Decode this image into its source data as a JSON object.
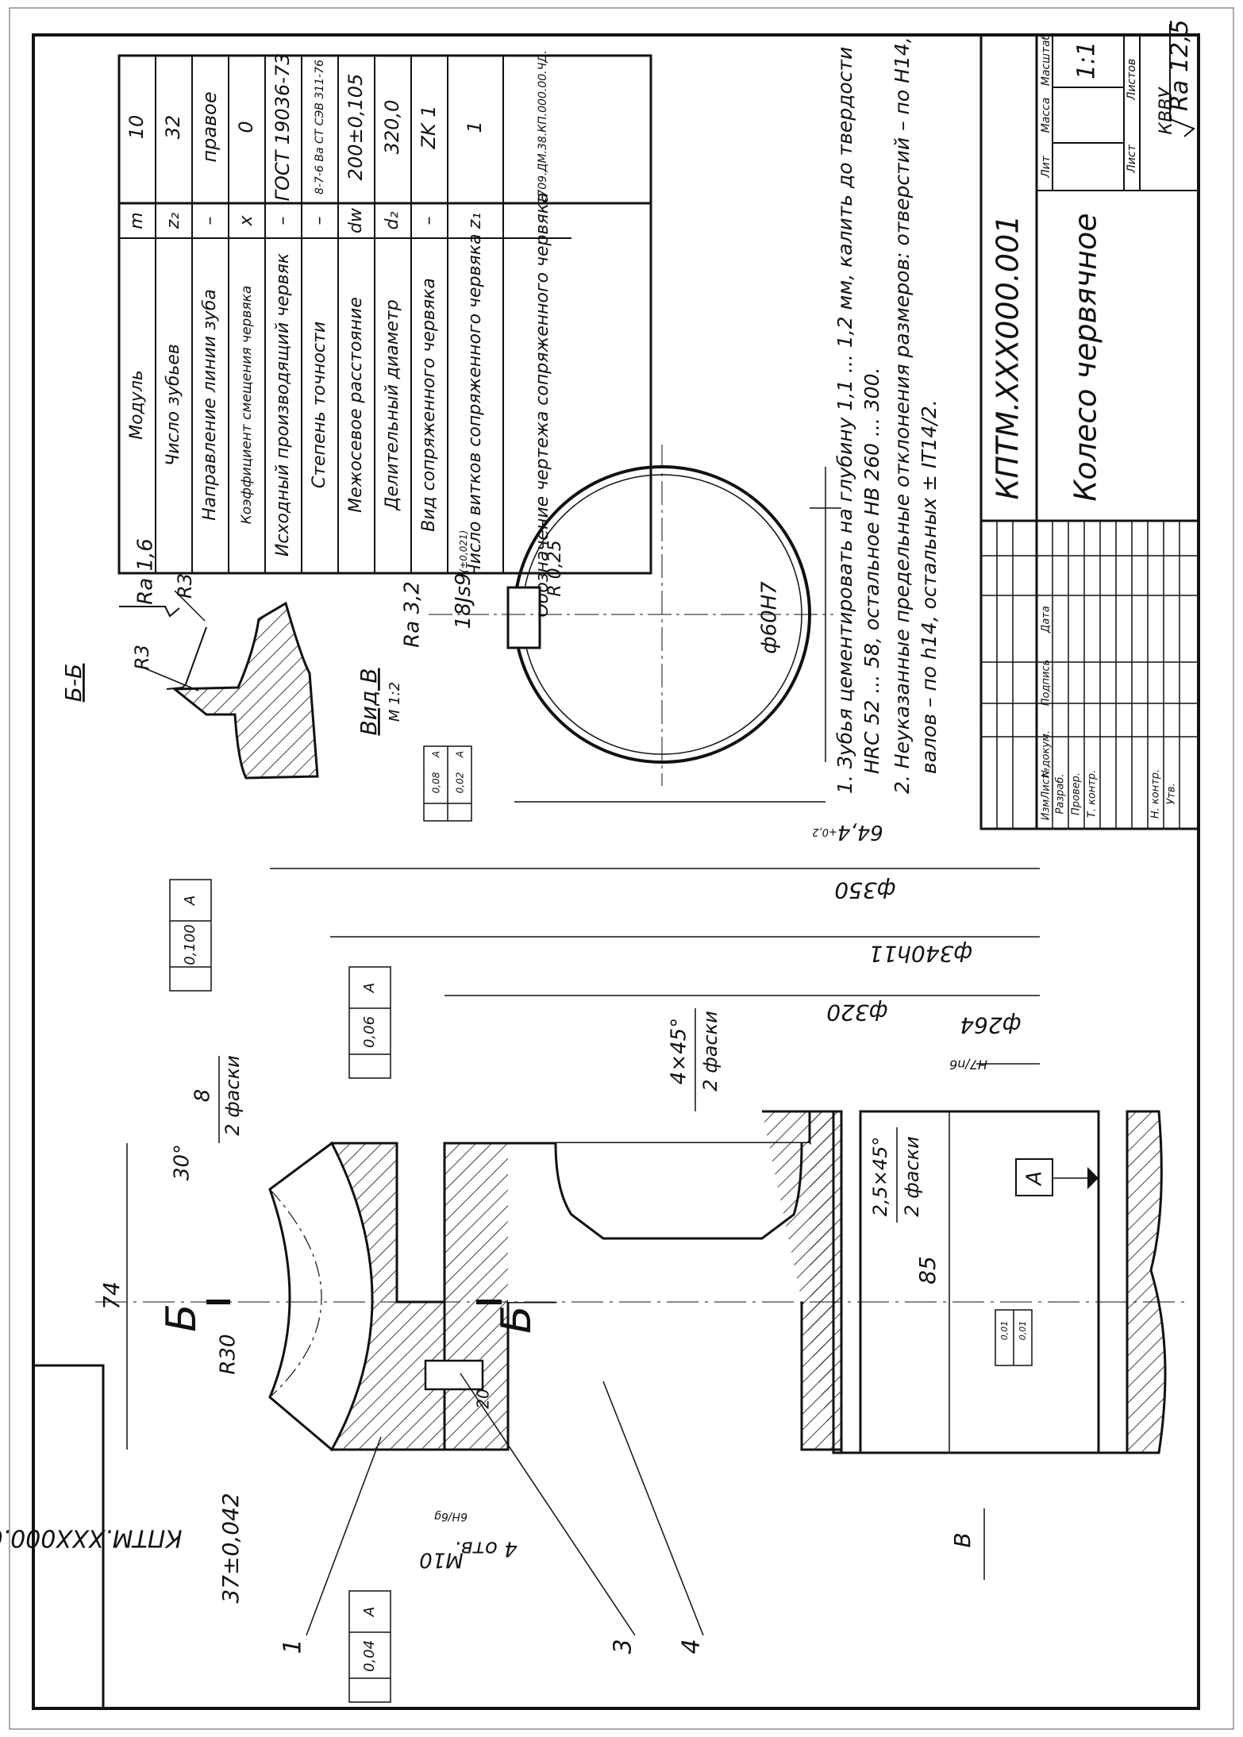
{
  "roughness": "Ra 12,5",
  "side_code": "КПТМ.XXX000.001",
  "params": [
    {
      "name": "Модуль",
      "sym": "m",
      "val": "10"
    },
    {
      "name": "Число зубьев",
      "sym": "z₂",
      "val": "32"
    },
    {
      "name": "Направление линии зуба",
      "sym": "–",
      "val": "правое"
    },
    {
      "name": "Коэффициент смещения червяка",
      "sym": "x",
      "val": "0"
    },
    {
      "name": "Исходный производящий червяк",
      "sym": "–",
      "val": "ГОСТ 19036-73"
    },
    {
      "name": "Степень точности",
      "sym": "–",
      "val": "8-7-6 Ва СТ СЭВ 311-76"
    },
    {
      "name": "Межосевое расстояние",
      "sym": "dw",
      "val": "200±0,105"
    },
    {
      "name": "Делительный диаметр",
      "sym": "d₂",
      "val": "320,0"
    },
    {
      "name": "Вид сопряженного червяка",
      "sym": "–",
      "val": "ZK 1"
    },
    {
      "name": "Число витков сопряженного червяка",
      "sym": "z₁",
      "val": "1"
    },
    {
      "name": "Обозначение чертежа сопряженного червяка",
      "sym": "",
      "val": "1709.ДМ.38.КП.000.00.ЧД."
    }
  ],
  "notes": [
    "1. Зубья цементировать на глубину 1,1 ... 1,2 мм, калить до твердости",
    "HRC 52 ... 58, остальное НВ 260 ... 300.",
    "2. Неуказанные предельные отклонения размеров: отверстий – по Н14,",
    "валов – по h14, остальных ± IT14/2."
  ],
  "title_block": {
    "code": "КПТМ.XXX000.001",
    "name": "Колесо червячное",
    "col_lit": "Лит",
    "col_mass": "Масса",
    "col_scale": "Масштаб",
    "scale": "1:1",
    "sheet": "Лист",
    "sheets": "Листов",
    "org": "КВВУ",
    "rows": [
      "Изм",
      "Лист",
      "№докум.",
      "Подпись",
      "Дата"
    ],
    "roles": [
      "Разраб.",
      "Провер.",
      "Т. контр.",
      "Н. контр.",
      "Утв."
    ]
  },
  "section_label": "Б-Б",
  "view_label": "Вид В",
  "view_scale": "М 1:2",
  "labels": {
    "ra16": "Ra 1,6",
    "ra32": "Ra 3,2",
    "r3a": "R3",
    "r3b": "R3",
    "key": "18Js9",
    "key_tol": "(±0,021)",
    "r025": "R 0,25",
    "d60": "ф60Н7",
    "d644": "64,4",
    "d644_tol": "+0,2",
    "tol1": "0,08",
    "tol1b": "А",
    "tol2": "0,02",
    "tol2b": "А",
    "d350": "ф350",
    "d340": "ф340h11",
    "d320": "ф320",
    "d264": "ф264",
    "d264_tol": "H7/n6",
    "run1": "0,100",
    "run1b": "А",
    "run2": "0,06",
    "run2b": "А",
    "run3": "0,04",
    "run3b": "А",
    "ch8": "8",
    "ch8b": "2 фаски",
    "ch4": "4×45°",
    "ch4b": "2 фаски",
    "ch25": "2,5×45°",
    "ch25b": "2 фаски",
    "d85": "85",
    "d74": "74",
    "r30": "R30",
    "a30": "30°",
    "d37": "37±0,042",
    "m10": "M10",
    "m10tol": "6H/6g",
    "m10b": "4 отв.",
    "d20": "20",
    "datumA": "А",
    "cut1": "Б",
    "cut2": "Б",
    "viewB": "В",
    "p1": "1",
    "p3": "3",
    "p4": "4",
    "t1": "0,01",
    "t2": "0,01"
  }
}
